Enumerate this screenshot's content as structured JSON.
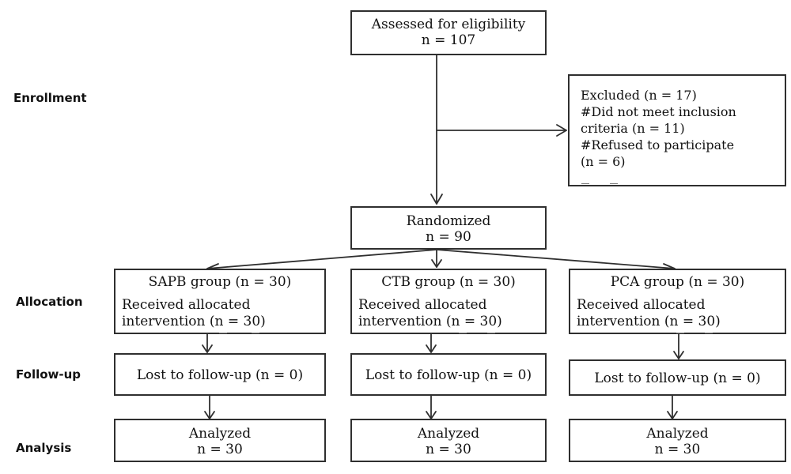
{
  "stages": {
    "enrollment": "Enrollment",
    "allocation": "Allocation",
    "follow_up": "Follow-up",
    "analysis": "Analysis"
  },
  "eligibility": {
    "title": "Assessed for eligibility",
    "count": "n = 107"
  },
  "excluded": {
    "lines": [
      "Excluded (n = 17)",
      "#Did not meet inclusion",
      "criteria (n = 11)",
      "#Refused to participate",
      "(n = 6)"
    ]
  },
  "randomized": {
    "title": "Randomized",
    "count": "n = 90"
  },
  "groups": [
    {
      "title": "SAPB group (n = 30)",
      "desc_line1": "Received allocated",
      "desc_line2": "intervention (n = 30)",
      "lost": "Lost to follow-up (n = 0)",
      "analyzed_title": "Analyzed",
      "analyzed_count": "n = 30"
    },
    {
      "title": "CTB group (n = 30)",
      "desc_line1": "Received allocated",
      "desc_line2": "intervention (n = 30)",
      "lost": "Lost to follow-up (n = 0)",
      "analyzed_title": "Analyzed",
      "analyzed_count": "n = 30"
    },
    {
      "title": "PCA group (n = 30)",
      "desc_line1": "Received allocated",
      "desc_line2": "intervention (n = 30)",
      "lost": "Lost to follow-up (n = 0)",
      "analyzed_title": "Analyzed",
      "analyzed_count": "n = 30"
    }
  ]
}
